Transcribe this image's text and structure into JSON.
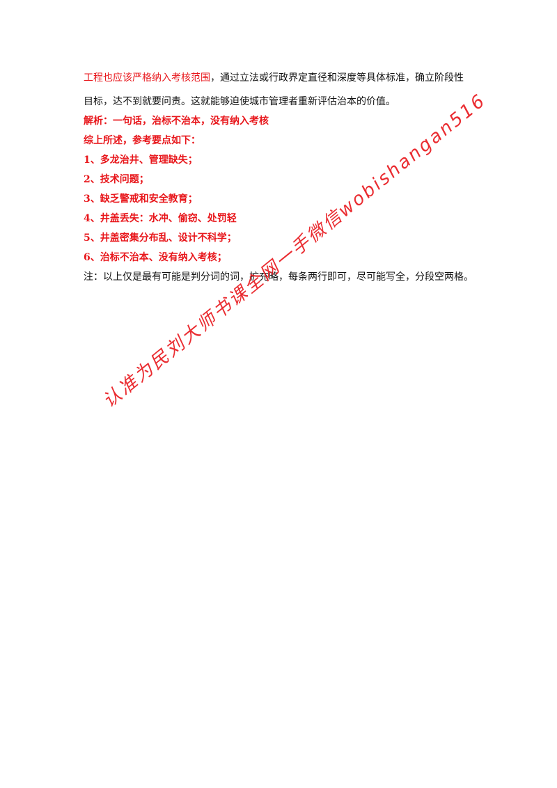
{
  "doc": {
    "para1_red": "工程也应该严格纳入考核范围",
    "para1_rest_line1": "，通过立法或行政界定直径和深度等具体标准，确立阶段性",
    "para1_line2": "目标，达不到就要问责。这就能够迫使城市管理者重新评估治本的价值。",
    "analysis": "解析：一句话，治标不治本，没有纳入考核",
    "summary": "综上所述，参考要点如下：",
    "points": [
      "1、多龙治井、管理缺失；",
      "2、技术问题；",
      "3、缺乏警戒和安全教育；",
      "4、井盖丢失：水冲、偷窃、处罚轻",
      "5、井盖密集分布乱、设计不科学；",
      "6、治标不治本、没有纳入考核；"
    ],
    "note": "注：以上仅是最有可能是判分词的词，扩充略，每条两行即可，尽可能写全，分段空两格。"
  },
  "watermark": {
    "text": "认准为民刘大师书课全网一手微信wobishangan516"
  },
  "colors": {
    "accent_red": "#e8161b",
    "text": "#111111",
    "background": "#ffffff"
  }
}
